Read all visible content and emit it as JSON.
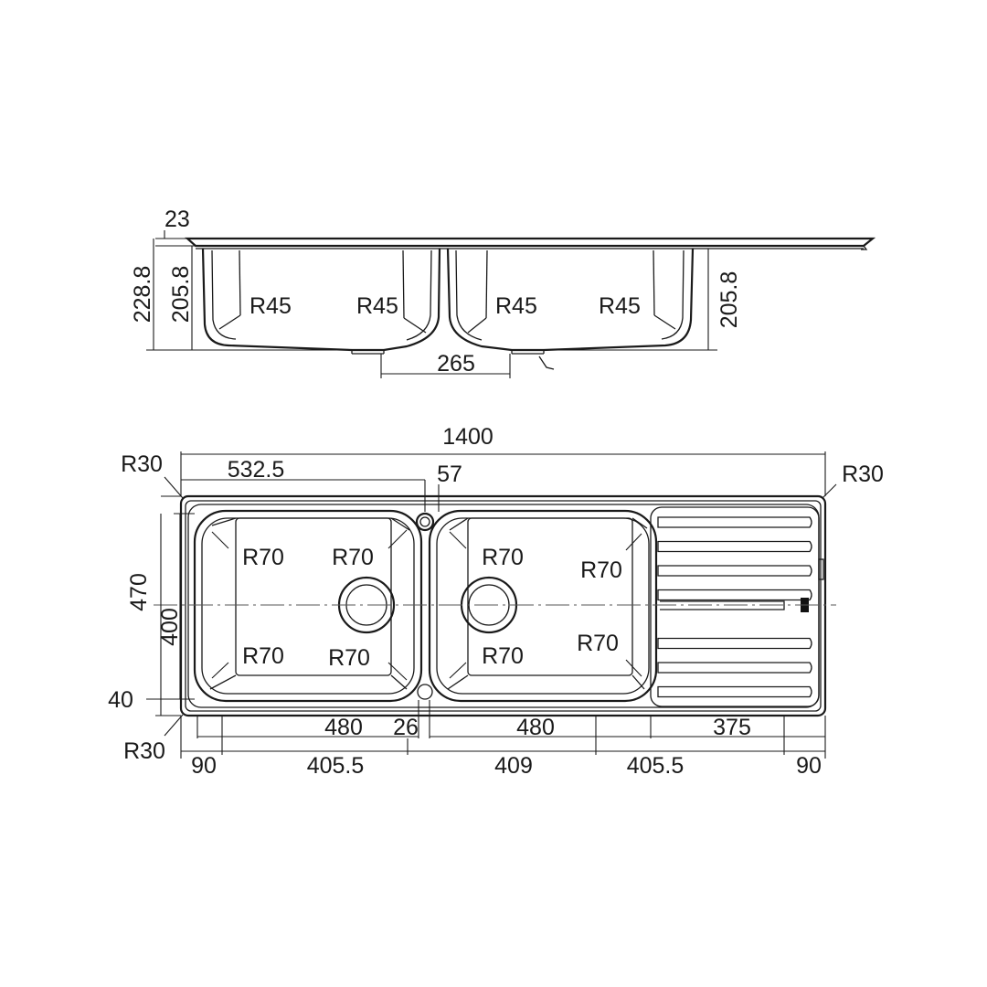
{
  "side_view": {
    "dims": {
      "flange_thickness": "23",
      "overall_height": "228.8",
      "bowl_depth_left": "205.8",
      "bowl_depth_right": "205.8",
      "drain_spacing": "265"
    },
    "radii": [
      "R45",
      "R45",
      "R45",
      "R45"
    ]
  },
  "plan_view": {
    "dims": {
      "overall_length": "1400",
      "bowl_center_offset": "532.5",
      "tap_hole": "57",
      "overall_width": "470",
      "bowl_width": "400",
      "back_margin": "40",
      "bowl_length_left": "480",
      "divider": "26",
      "bowl_length_right": "480",
      "drainer_length": "375",
      "seg_edge_left": "90",
      "seg_left": "405.5",
      "seg_middle": "409",
      "seg_right": "405.5",
      "seg_edge_right": "90"
    },
    "corner_radii": {
      "top_left": "R30",
      "top_right": "R30",
      "bottom_left": "R30"
    },
    "bowl_radii": [
      "R70",
      "R70",
      "R70",
      "R70",
      "R70",
      "R70",
      "R70",
      "R70"
    ],
    "drainer_grooves": 8
  }
}
